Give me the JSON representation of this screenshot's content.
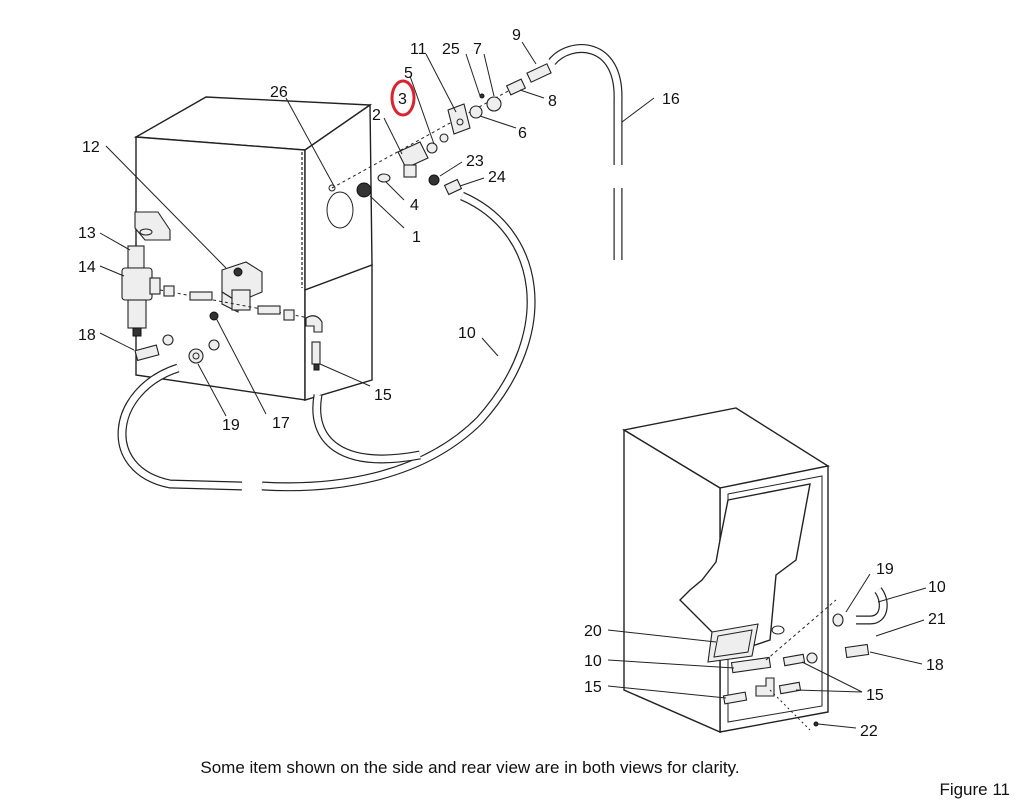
{
  "caption": "Some item shown on the side and rear view are in both views for clarity.",
  "figure_label": "Figure 11",
  "highlight_color": "#d9232e",
  "callouts": {
    "c1": "1",
    "c2": "2",
    "c3": "3",
    "c4": "4",
    "c5": "5",
    "c6": "6",
    "c7": "7",
    "c8": "8",
    "c9": "9",
    "c10a": "10",
    "c11": "11",
    "c12": "12",
    "c13": "13",
    "c14": "14",
    "c15a": "15",
    "c16": "16",
    "c17": "17",
    "c18a": "18",
    "c19a": "19",
    "c23": "23",
    "c24": "24",
    "c25": "25",
    "c26": "26",
    "r19": "19",
    "r10a": "10",
    "r21": "21",
    "r20": "20",
    "r10b": "10",
    "r18": "18",
    "r15a": "15",
    "r15b": "15",
    "r22": "22"
  }
}
